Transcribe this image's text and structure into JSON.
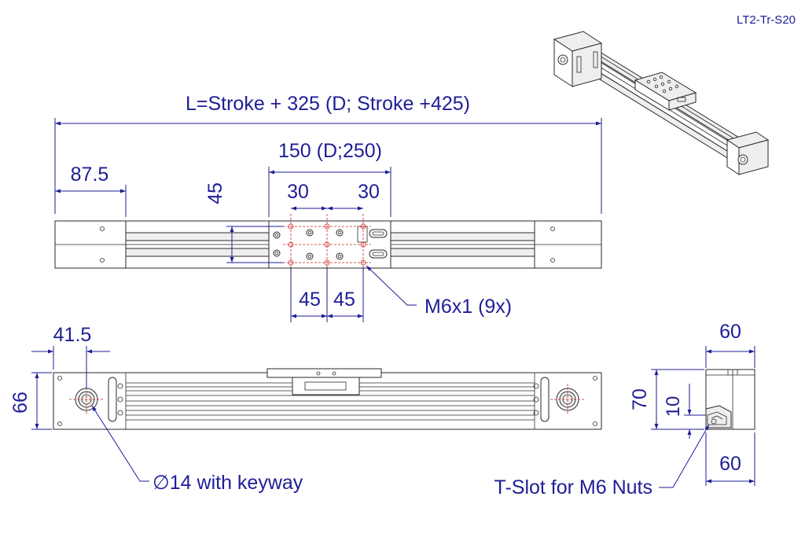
{
  "part_id": "LT2-Tr-S20",
  "colors": {
    "dimension": "#1e1e96",
    "outline": "#2a2a2a",
    "centerline": "#d02020",
    "fill": "#eeeeee"
  },
  "top_view": {
    "overall_length": "L=Stroke + 325  (D; Stroke +425)",
    "end_block_length": "87.5",
    "carriage_length": "150 (D;250)",
    "hole_pitch_x_left": "30",
    "hole_pitch_x_right": "30",
    "hole_pitch_y": "45",
    "hole_spacing_left": "45",
    "hole_spacing_right": "45",
    "thread_callout": "M6x1 (9x)"
  },
  "side_view": {
    "shaft_offset": "41.5",
    "height": "66",
    "shaft_callout": "∅14 with keyway"
  },
  "end_view": {
    "width_top": "60",
    "height": "70",
    "slot_offset": "10",
    "width_bottom": "60",
    "slot_callout": "T-Slot for M6 Nuts"
  },
  "icons": {
    "iso_view": "isometric-actuator-icon"
  }
}
